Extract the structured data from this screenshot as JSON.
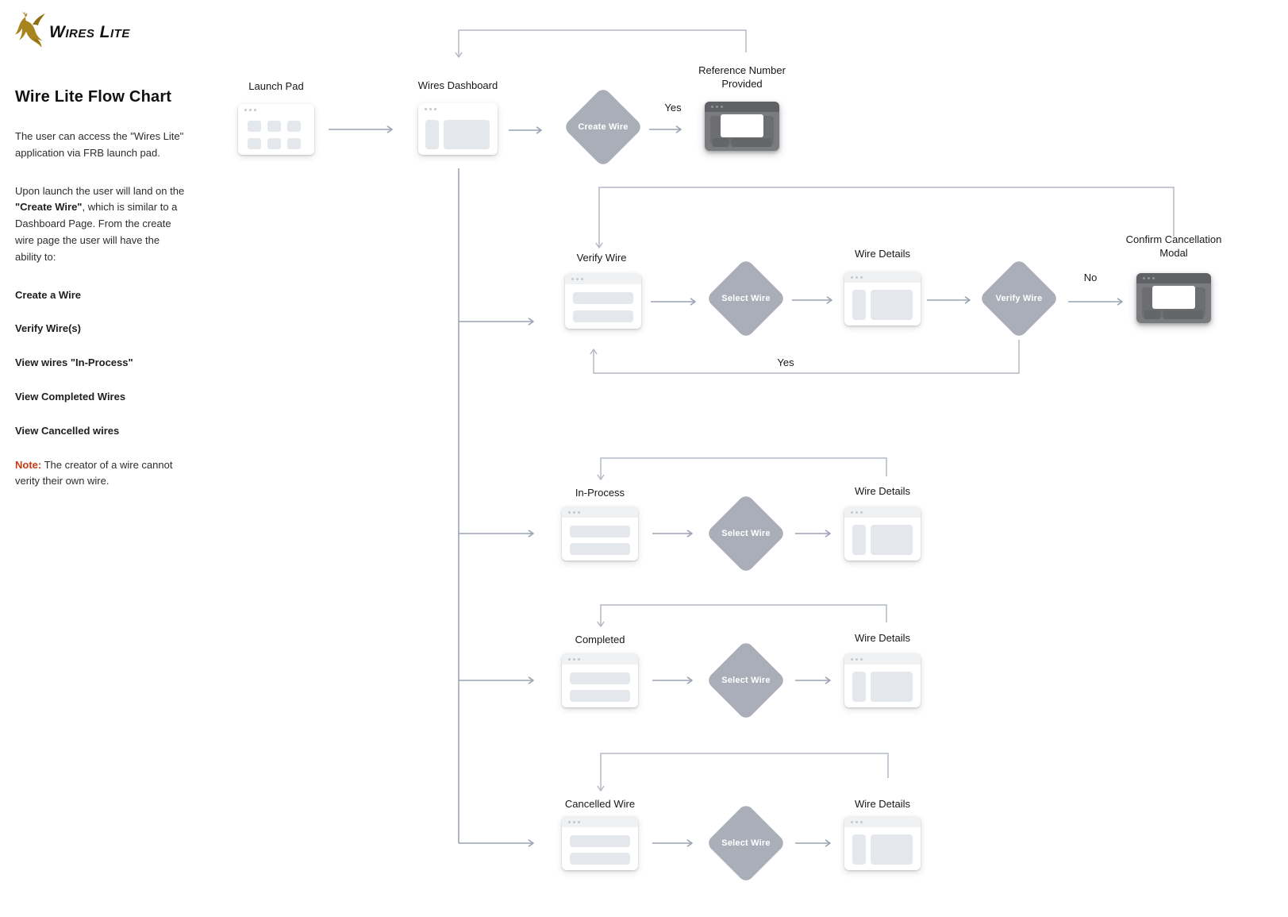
{
  "brand": {
    "name": "Wires Lite"
  },
  "sidebar": {
    "title": "Wire Lite Flow Chart",
    "intro": "The user can access the \"Wires Lite\" application via FRB launch pad.",
    "landing_pre": "Upon launch the user will land on the ",
    "landing_bold": "\"Create Wire\"",
    "landing_post": ", which is similar to a Dashboard Page.  From the create wire page the user will have the ability to:",
    "abilities": [
      "Create a Wire",
      "Verify Wire(s)",
      "View wires \"In-Process\"",
      "View Completed Wires",
      "View Cancelled wires"
    ],
    "note_label": "Note:",
    "note_text": " The creator of a wire cannot verity their own wire."
  },
  "flow": {
    "launchpad": "Launch Pad",
    "dashboard": "Wires Dashboard",
    "create_decision": "Create Wire",
    "yes1": "Yes",
    "reference_modal_line1": "Reference Number",
    "reference_modal_line2": "Provided",
    "verify_list": "Verify Wire",
    "select_wire": "Select Wire",
    "wire_details": "Wire Details",
    "verify_decision": "Verify Wire",
    "no": "No",
    "yes2": "Yes",
    "confirm_modal_line1": "Confirm Cancellation",
    "confirm_modal_line2": "Modal",
    "inprocess_list": "In-Process",
    "completed_list": "Completed",
    "cancelled_list": "Cancelled Wire"
  },
  "colors": {
    "brand_gold": "#a8841f",
    "diamond_fill": "#a9aeb9",
    "modal_dark": "#797b7e",
    "arrow_gray": "#9ca3b2",
    "loop_gray": "#b3b8c3",
    "note_red": "#c43a16",
    "placeholder_gray": "#e4e7eb"
  }
}
